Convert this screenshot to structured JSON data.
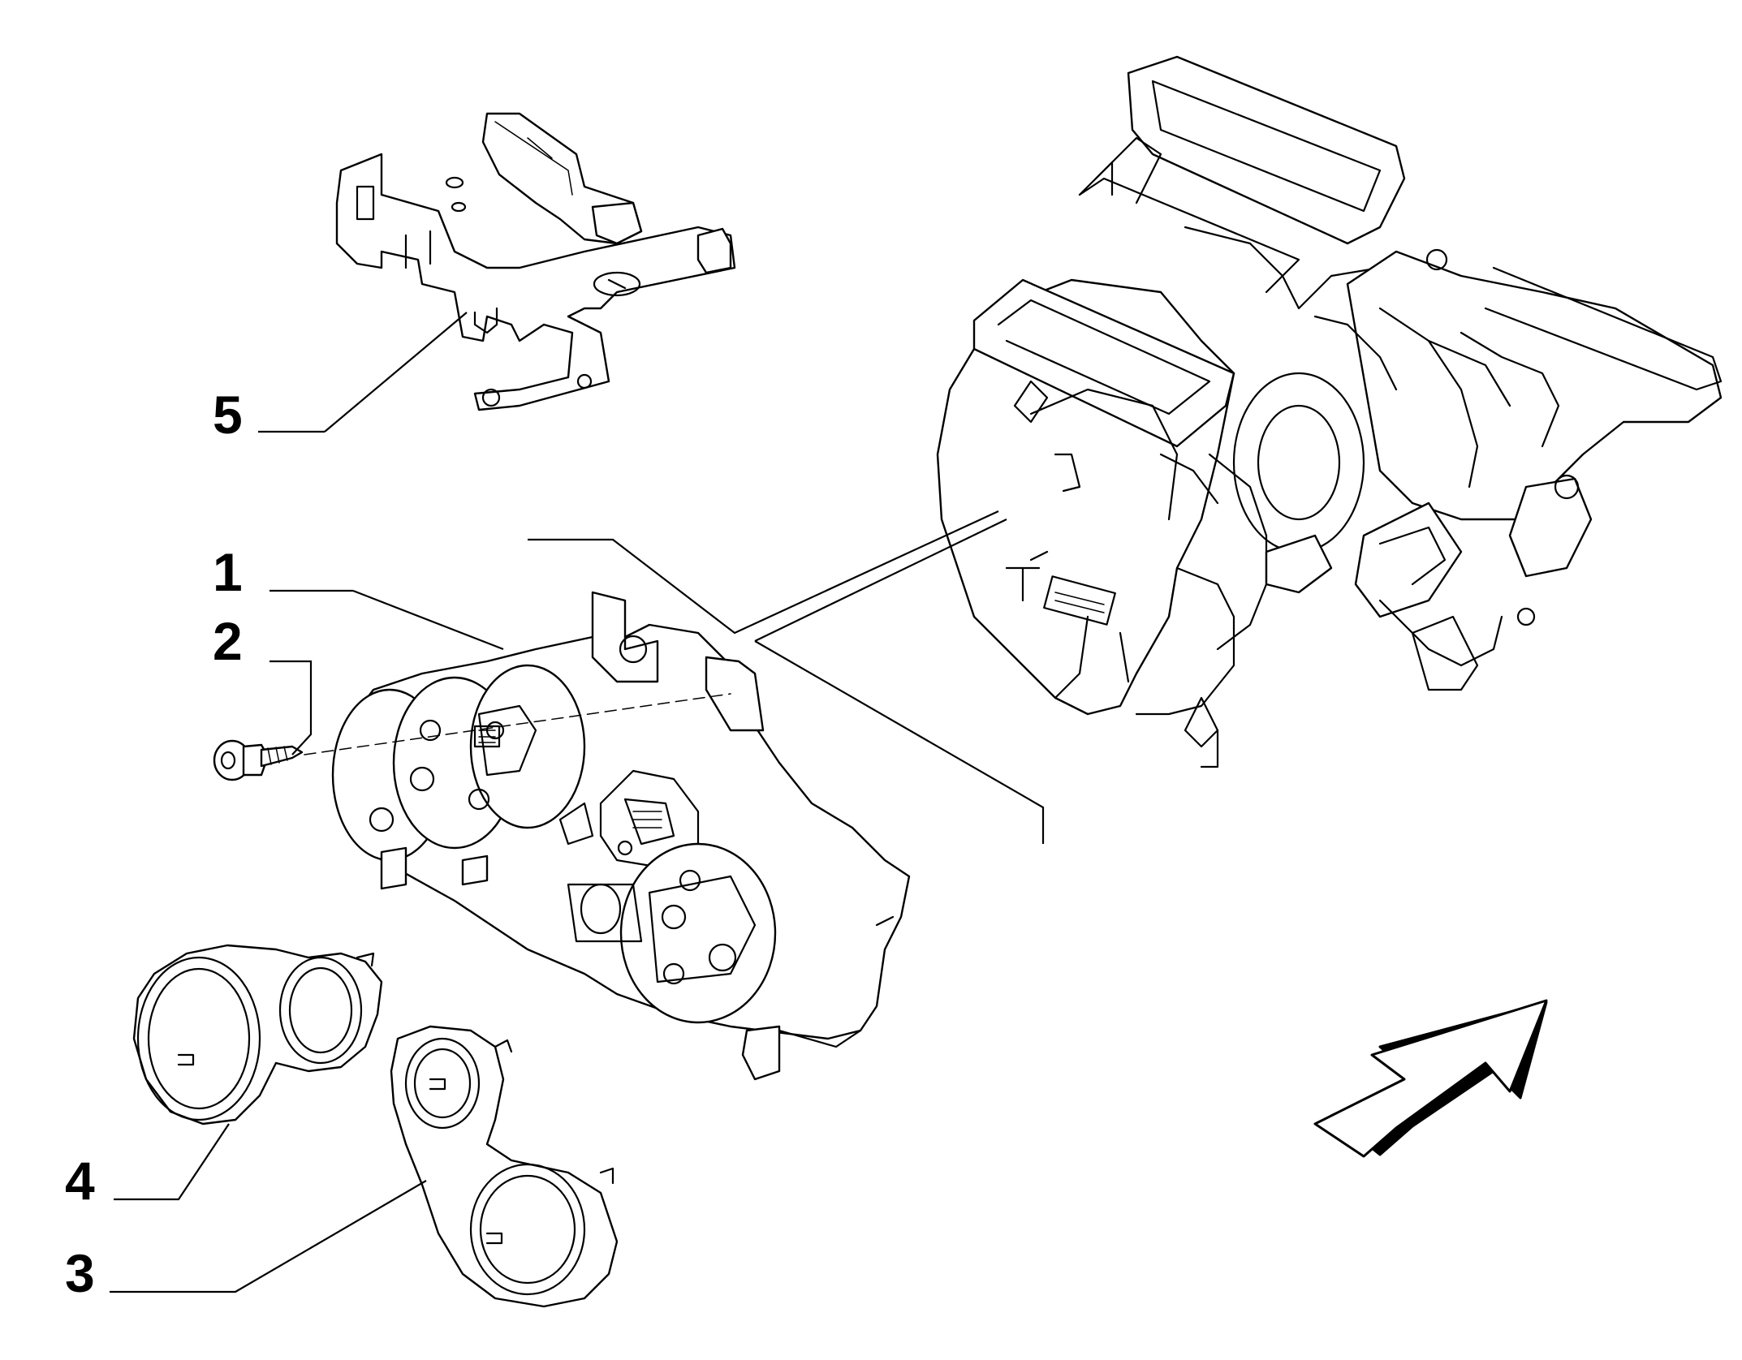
{
  "callouts": [
    {
      "id": "c1",
      "label": "1"
    },
    {
      "id": "c2",
      "label": "2"
    },
    {
      "id": "c3",
      "label": "3"
    },
    {
      "id": "c4",
      "label": "4"
    },
    {
      "id": "c5",
      "label": "5"
    }
  ],
  "colors": {
    "line": "#000000",
    "background": "#ffffff"
  }
}
